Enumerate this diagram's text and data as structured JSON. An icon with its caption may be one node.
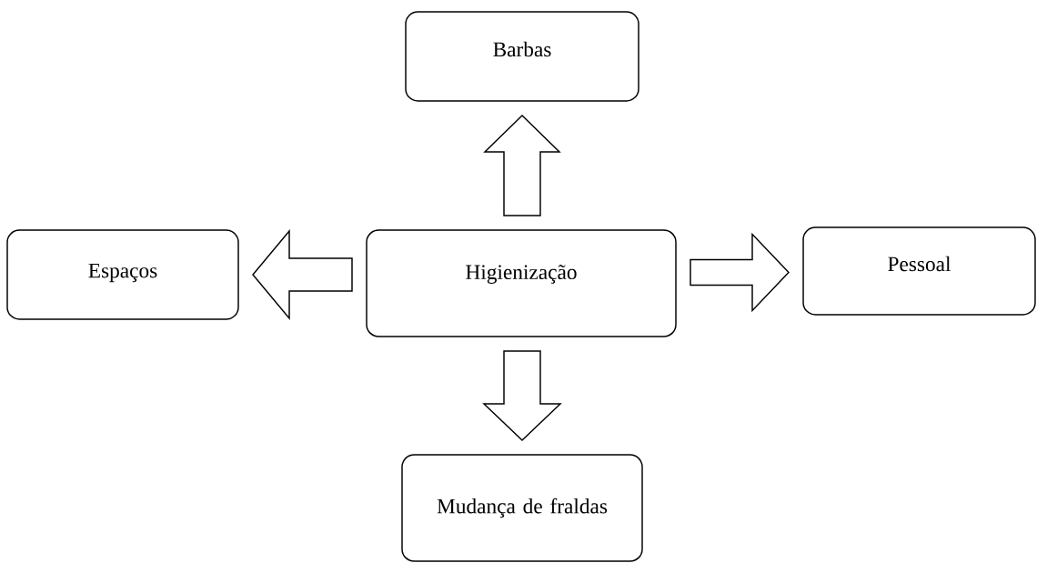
{
  "diagram": {
    "nodes": [
      {
        "text": [
          "Higienização"
        ]
      },
      {
        "text": [
          "Barbas"
        ]
      },
      {
        "text": [
          "Espaços"
        ]
      },
      {
        "text": [
          "Pessoal"
        ]
      },
      {
        "text": [
          "Mudança de fraldas"
        ]
      }
    ],
    "edges": [
      {
        "from": 0,
        "to": 1,
        "arrow": "to"
      },
      {
        "from": 0,
        "to": 2,
        "arrow": "to"
      },
      {
        "from": 0,
        "to": 3,
        "arrow": "to"
      },
      {
        "from": 0,
        "to": 4,
        "arrow": "to"
      }
    ]
  }
}
